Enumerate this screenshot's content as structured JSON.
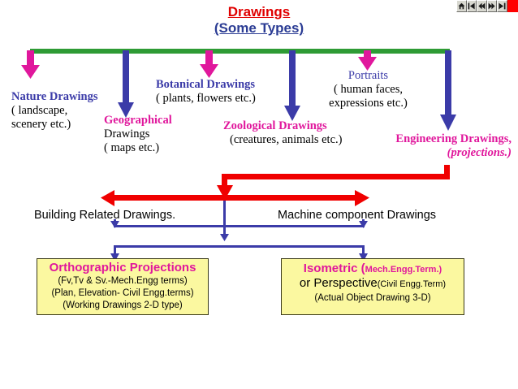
{
  "player": {
    "buttons": [
      {
        "name": "home-button",
        "icon": "home-icon"
      },
      {
        "name": "first-button",
        "icon": "skip-back-icon"
      },
      {
        "name": "previous-button",
        "icon": "rewind-icon"
      },
      {
        "name": "next-button",
        "icon": "fast-forward-icon"
      },
      {
        "name": "last-button",
        "icon": "skip-forward-icon"
      }
    ],
    "stop_color": "#ff0000"
  },
  "title": {
    "main": "Drawings",
    "sub": "(Some Types)"
  },
  "colors": {
    "green_bar": "#2e9b35",
    "magenta": "#e0179c",
    "dark_blue": "#3b3ba8",
    "red": "#f00000",
    "title_red": "#e00000",
    "title_blue": "#2b3c94",
    "box_fill": "#fbf8a0",
    "box_border": "#3a3a18"
  },
  "branches": [
    {
      "arrow": "magenta",
      "heading": "Nature Drawings",
      "heading_color": "dark-blue",
      "lines": [
        "( landscape,",
        "scenery etc.)"
      ]
    },
    {
      "arrow": "dark-blue",
      "heading": "Geographical",
      "heading_color": "magenta",
      "lines": [
        "Drawings",
        "( maps etc.)"
      ]
    },
    {
      "arrow": "magenta",
      "heading": "Botanical Drawings",
      "heading_color": "dark-blue",
      "lines": [
        "( plants, flowers etc.)"
      ]
    },
    {
      "arrow": "dark-blue",
      "heading": "Zoological Drawings",
      "heading_color": "magenta",
      "lines": [
        "(creatures, animals etc.)"
      ]
    },
    {
      "arrow": "magenta",
      "heading": "Portraits",
      "heading_color": "dark-blue-plain",
      "lines": [
        "( human faces,",
        "expressions etc.)"
      ]
    },
    {
      "arrow": "dark-blue",
      "heading": "Engineering Drawings,",
      "heading_color": "magenta",
      "lines": [
        "(projections.)"
      ],
      "lines_italic": true
    }
  ],
  "mid": {
    "left_label": "Building Related Drawings.",
    "right_label": "Machine component Drawings"
  },
  "boxes": [
    {
      "title": "Orthographic Projections",
      "lines": [
        "(Fv,Tv & Sv.-Mech.Engg terms)",
        "(Plan, Elevation- Civil Engg.terms)",
        "(Working Drawings 2-D type)"
      ]
    },
    {
      "title_part1": "Isometric (",
      "title_part2": "Mech.Engg.Term.)",
      "line2_big": "or Perspective",
      "line2_small": "(Civil Engg.Term)",
      "line3": "(Actual Object Drawing  3-D)"
    }
  ]
}
